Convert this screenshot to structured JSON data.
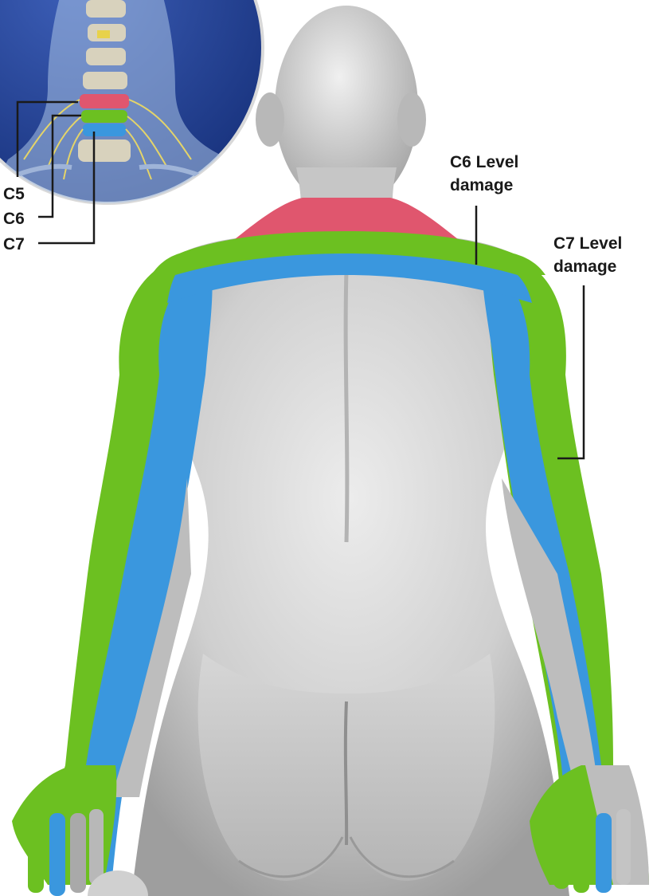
{
  "labels": {
    "c5": "C5",
    "c6": "C6",
    "c7": "C7",
    "c6_damage": "C6 Level\ndamage",
    "c6_damage_line1": "C6 Level",
    "c6_damage_line2": "damage",
    "c7_damage_line1": "C7 Level",
    "c7_damage_line2": "damage"
  },
  "colors": {
    "c5_dermatome": "#e0566e",
    "c6_dermatome": "#6cc021",
    "c7_dermatome": "#3a97de",
    "inset_background": "#1f3f8c",
    "skin": "#cfcfcf",
    "leader_line": "#1a1a1a"
  },
  "icons": {
    "inset": "cervical-spine-inset-icon",
    "body": "human-back-figure-icon"
  }
}
